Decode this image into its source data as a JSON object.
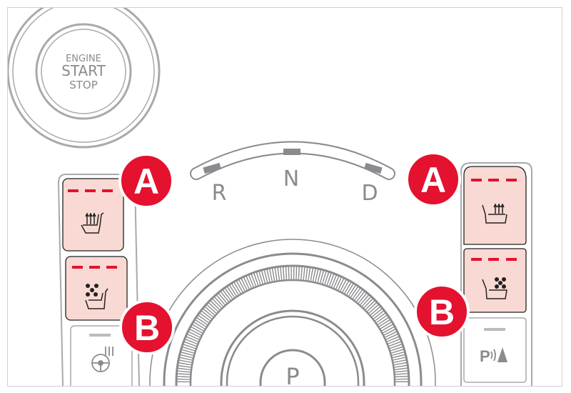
{
  "engine_button": {
    "line1": "ENGINE",
    "line2": "START",
    "line3": "STOP"
  },
  "gear_selector": {
    "reverse": "R",
    "neutral": "N",
    "drive": "D",
    "park": "P"
  },
  "callouts": {
    "a": "A",
    "b": "B"
  },
  "icons": {
    "left_panel": [
      "seat-heater-icon",
      "seat-ventilation-icon",
      "steering-wheel-heater-icon"
    ],
    "right_panel": [
      "seat-heater-icon",
      "seat-ventilation-icon",
      "parking-sensor-icon"
    ]
  },
  "parking_sensor_label": "P",
  "colors": {
    "accent": "#e4112f",
    "active_button": "#f9d9d3",
    "line": "#8a8b8e"
  }
}
